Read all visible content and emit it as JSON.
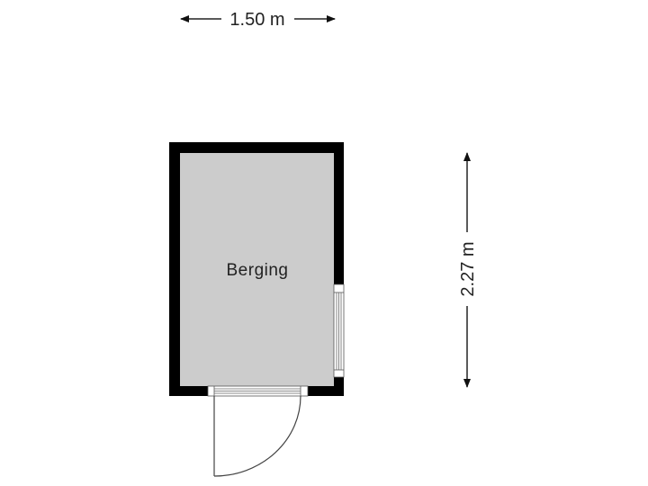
{
  "floorplan": {
    "room": {
      "label": "Berging",
      "fill_color": "#cccccc",
      "wall_color": "#000000"
    },
    "dimensions": {
      "width": {
        "label": "1.50 m",
        "orientation": "horizontal"
      },
      "height": {
        "label": "2.27 m",
        "orientation": "vertical"
      }
    },
    "openings": {
      "door": {
        "type": "swing-door",
        "wall": "bottom"
      },
      "window": {
        "type": "window",
        "wall": "right"
      }
    }
  }
}
